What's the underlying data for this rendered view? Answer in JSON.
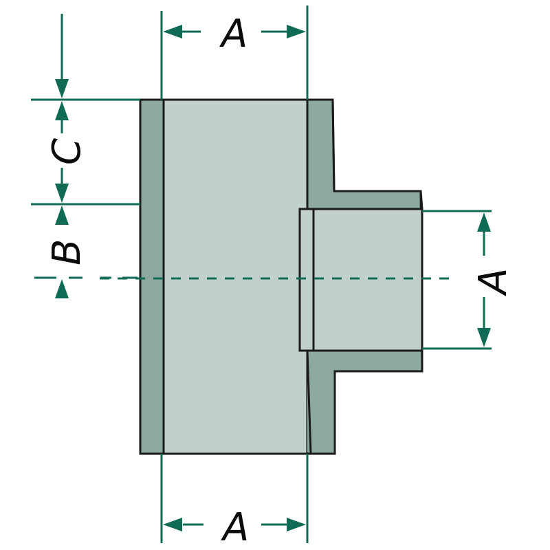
{
  "labels": {
    "top_dimension": "A",
    "bottom_dimension": "A",
    "side_dimension": "A",
    "socket_depth": "C",
    "offset": "B"
  },
  "colors": {
    "dimension": "#0f6b53",
    "pipe_wall": "#8ea99f",
    "pipe_bore": "#c2d0cc",
    "outline": "#1b1b1b"
  }
}
